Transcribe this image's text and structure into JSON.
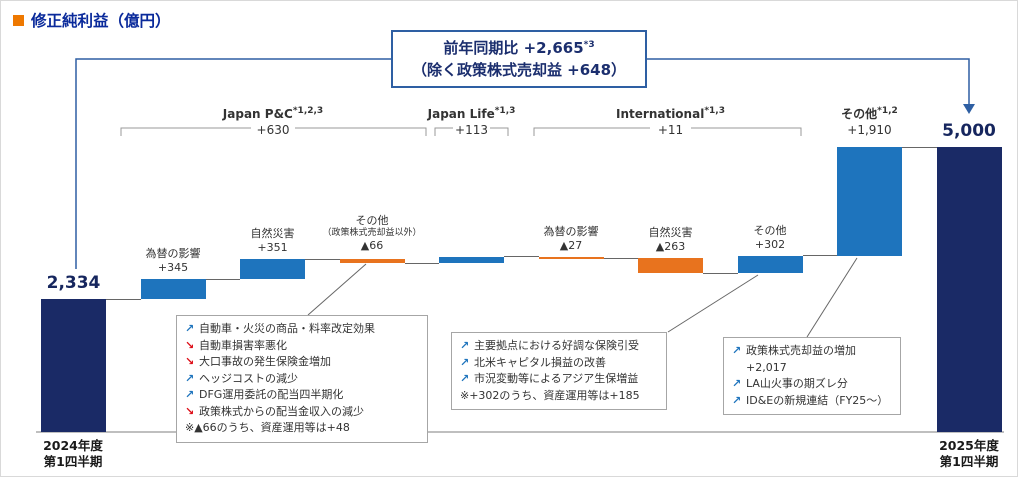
{
  "title": {
    "text": "修正純利益（億円）"
  },
  "callout": {
    "line1": "前年同期比 +2,665",
    "line1_sup": "*3",
    "line2": "（除く政策株式売却益 +648）"
  },
  "groups": [
    {
      "name": "Japan P&C",
      "sup": "*1,2,3",
      "value": "+630"
    },
    {
      "name": "Japan Life",
      "sup": "*1,3",
      "value": "+113"
    },
    {
      "name": "International",
      "sup": "*1,3",
      "value": "+11"
    },
    {
      "name": "その他",
      "sup": "*1,2",
      "value": "+1,910"
    }
  ],
  "chart_data": {
    "type": "waterfall",
    "title": "修正純利益（億円）",
    "unit": "億円",
    "start_label": "2024年度 第1四半期",
    "end_label": "2025年度 第1四半期",
    "yoy_change": "+2,665",
    "yoy_excl_policy_equity_sales": "+648",
    "columns": [
      {
        "kind": "total",
        "label": "2,334",
        "value": 2334
      },
      {
        "kind": "delta",
        "group": "Japan P&C",
        "name": "為替の影響",
        "display": "+345",
        "value": 345
      },
      {
        "kind": "delta",
        "group": "Japan P&C",
        "name": "自然災害",
        "display": "+351",
        "value": 351
      },
      {
        "kind": "delta",
        "group": "Japan P&C",
        "name": "その他",
        "sub": "（政策株式売却益以外）",
        "display": "▲66",
        "value": -66
      },
      {
        "kind": "delta",
        "group": "Japan Life",
        "name": "",
        "display": "+113",
        "value": 113
      },
      {
        "kind": "delta",
        "group": "International",
        "name": "為替の影響",
        "display": "▲27",
        "value": -27
      },
      {
        "kind": "delta",
        "group": "International",
        "name": "自然災害",
        "display": "▲263",
        "value": -263
      },
      {
        "kind": "delta",
        "group": "International",
        "name": "その他",
        "display": "+302",
        "value": 302
      },
      {
        "kind": "delta",
        "group": "その他",
        "name": "",
        "display": "+1,910",
        "value": 1910
      },
      {
        "kind": "total",
        "label": "5,000",
        "value": 5000
      }
    ],
    "colors": {
      "total": "#1a2a66",
      "positive": "#1e74bd",
      "negative": "#e8731e"
    }
  },
  "axis": {
    "left_year": "2024年度",
    "left_quarter": "第1四半期",
    "right_year": "2025年度",
    "right_quarter": "第1四半期"
  },
  "note_boxes": [
    {
      "items": [
        {
          "dir": "up",
          "text": "自動車・火災の商品・料率改定効果"
        },
        {
          "dir": "down",
          "text": "自動車損害率悪化"
        },
        {
          "dir": "down",
          "text": "大口事故の発生保険金増加"
        },
        {
          "dir": "up",
          "text": "ヘッジコストの減少"
        },
        {
          "dir": "up",
          "text": "DFG運用委託の配当四半期化"
        },
        {
          "dir": "down",
          "text": "政策株式からの配当金収入の減少"
        },
        {
          "dir": "none",
          "text": "※▲66のうち、資産運用等は+48"
        }
      ]
    },
    {
      "items": [
        {
          "dir": "up",
          "text": "主要拠点における好調な保険引受"
        },
        {
          "dir": "up",
          "text": "北米キャピタル損益の改善"
        },
        {
          "dir": "up",
          "text": "市況変動等によるアジア生保増益"
        },
        {
          "dir": "none",
          "text": "※+302のうち、資産運用等は+185"
        }
      ]
    },
    {
      "items": [
        {
          "dir": "up",
          "text": "政策株式売却益の増加+2,017"
        },
        {
          "dir": "up",
          "text": "LA山火事の期ズレ分"
        },
        {
          "dir": "up",
          "text": "ID&Eの新規連結（FY25～）"
        }
      ]
    }
  ],
  "colors": {
    "title_blue": "#0a2a9b",
    "accent_orange": "#ee7800",
    "navy": "#1a2a66",
    "bar_blue": "#1e74bd",
    "bar_orange": "#e8731e",
    "callout_blue": "#2e5fa3",
    "arrow_up": "#1e74bd",
    "arrow_down": "#dd0b15"
  }
}
